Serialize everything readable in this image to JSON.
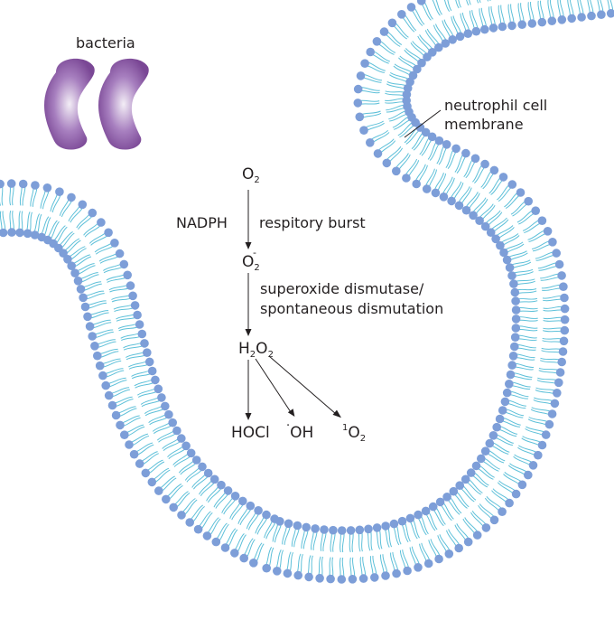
{
  "labels": {
    "bacteria": "bacteria",
    "membrane_line1": "neutrophil cell",
    "membrane_line2": "membrane",
    "nadph": "NADPH",
    "respiratory_burst": "respitory burst",
    "dismutase_line1": "superoxide dismutase/",
    "dismutase_line2": "spontaneous dismutation"
  },
  "species": {
    "oxygen": {
      "base": "O",
      "sub": "2"
    },
    "superoxide": {
      "base": "O",
      "sub": "2",
      "sup": "-"
    },
    "h2o2": {
      "h": "H",
      "h_sub": "2",
      "o": "O",
      "o_sub": "2"
    },
    "hocl": {
      "text": "HOCl"
    },
    "hydroxyl": {
      "dot": "·",
      "text": "OH"
    },
    "singlet_oxygen": {
      "sup": "1",
      "base": "O",
      "sub": "2"
    }
  },
  "colors": {
    "head": "#7d9ed8",
    "tail": "#5ec0d9",
    "text": "#231f20",
    "bacteria_dark": "#7a4795",
    "bacteria_light": "#f3eef6"
  }
}
